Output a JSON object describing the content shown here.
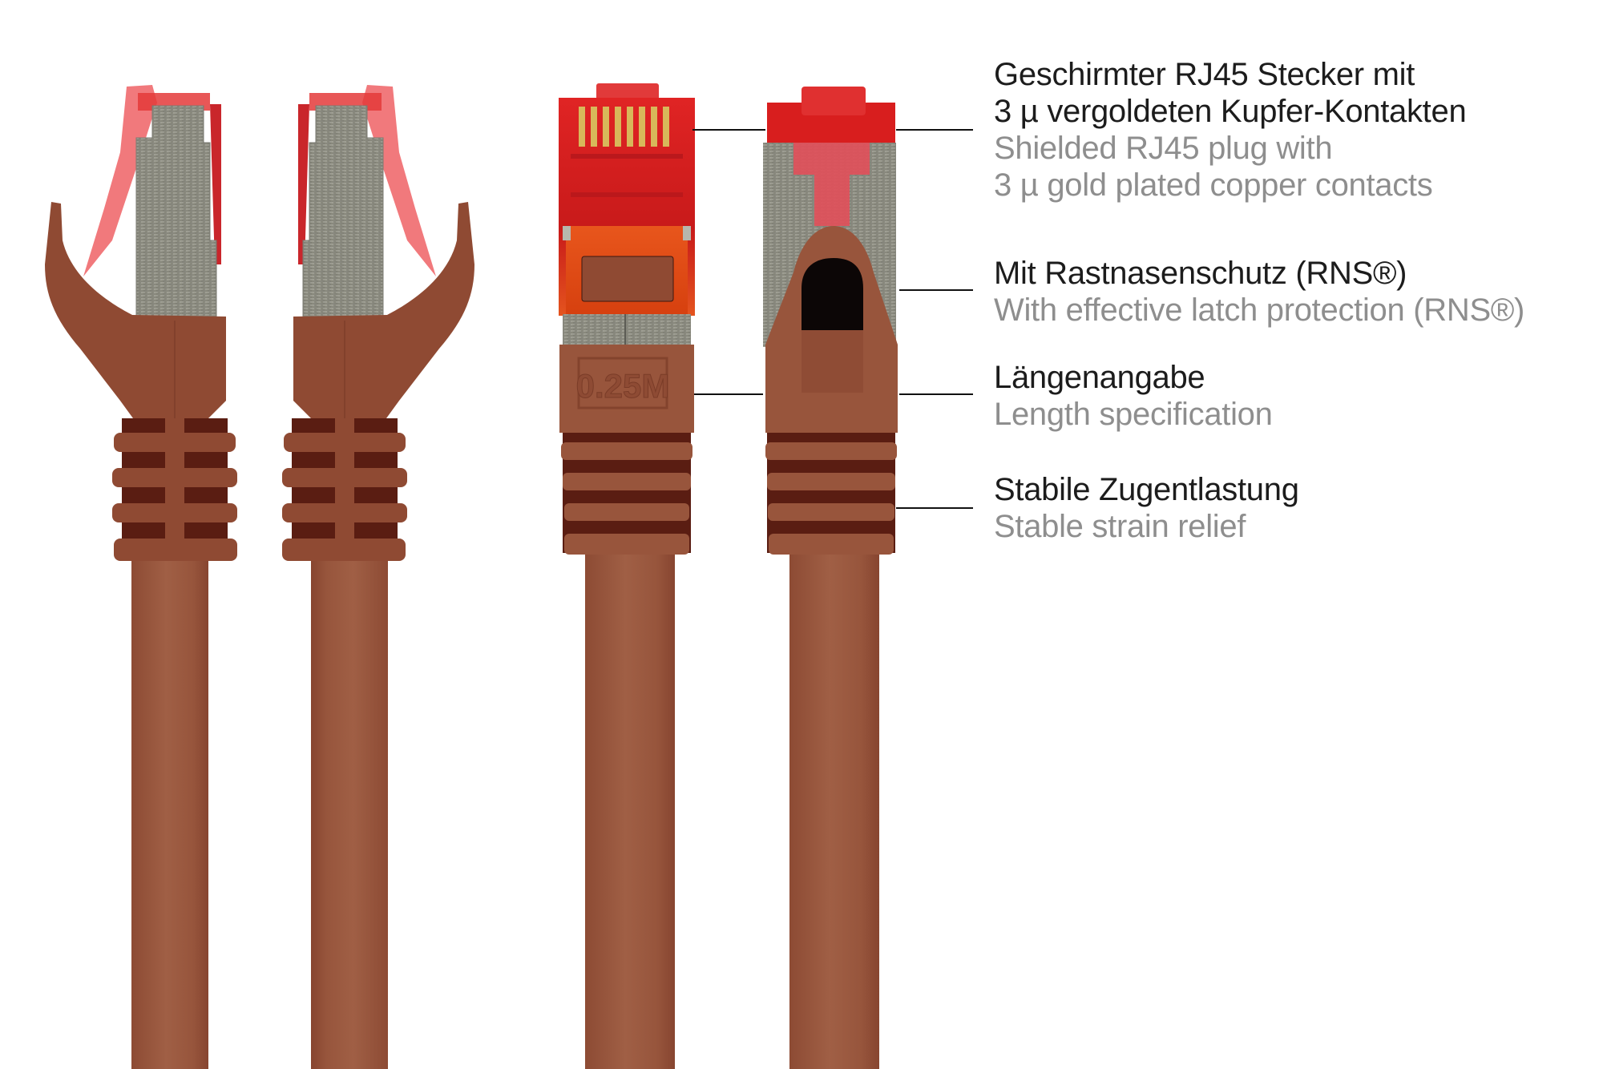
{
  "product": {
    "length_marking": "0.25M",
    "colors": {
      "cable": "#97553c",
      "cable_highlight": "#a05f45",
      "cable_shadow": "#8a4a33",
      "boot_dark": "#5a1d12",
      "plug_red": "#d61e1e",
      "latch_red_translucent": "#f0646a",
      "shield_metal": "#8f8f85",
      "leader_line": "#111111"
    },
    "views": [
      {
        "name": "side-view-left"
      },
      {
        "name": "side-view-right"
      },
      {
        "name": "front-view-contacts"
      },
      {
        "name": "back-view-latch"
      }
    ]
  },
  "callouts": [
    {
      "de_lines": [
        "Geschirmter RJ45 Stecker mit",
        "3 µ vergoldeten Kupfer-Kontakten"
      ],
      "en_lines": [
        "Shielded RJ45 plug with",
        "3 µ gold plated copper contacts"
      ]
    },
    {
      "de_lines": [
        "Mit Rastnasenschutz (RNS®)"
      ],
      "en_lines": [
        "With effective latch protection (RNS®)"
      ]
    },
    {
      "de_lines": [
        "Längenangabe"
      ],
      "en_lines": [
        "Length specification"
      ]
    },
    {
      "de_lines": [
        "Stabile Zugentlastung"
      ],
      "en_lines": [
        "Stable strain relief"
      ]
    }
  ]
}
